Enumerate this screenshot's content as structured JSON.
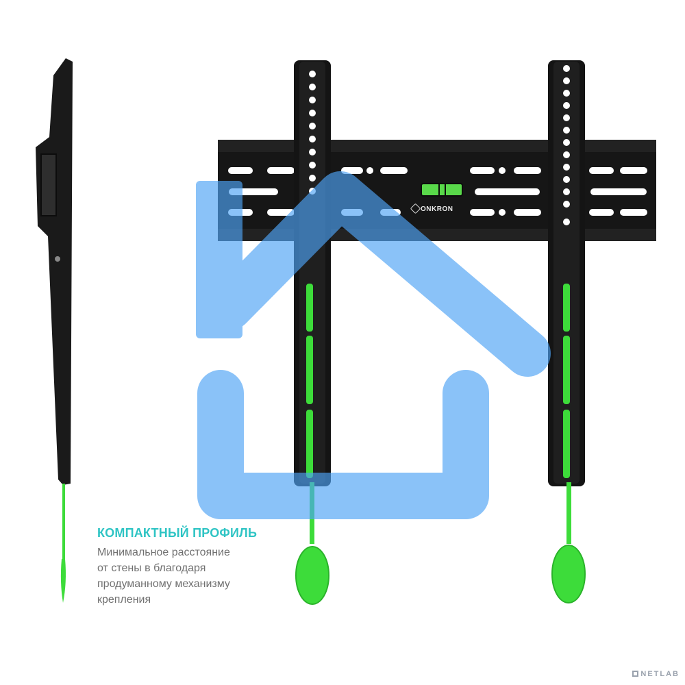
{
  "product": {
    "brand": "ONKRON",
    "colors": {
      "bracket": "#1a1a1a",
      "accent_green": "#3ddc3a",
      "overlay_blue": "#4ea3f5",
      "caption_title": "#2ec4c4"
    }
  },
  "caption": {
    "title": "КОМПАКТНЫЙ ПРОФИЛЬ",
    "lines": [
      "Минимальное расстояние",
      "от стены в благодаря",
      "продуманному механизму",
      "крепления"
    ]
  },
  "watermark": {
    "text": "NETLAB",
    "icon": "netlab-logo-icon"
  },
  "overlay": {
    "icon": "home-icon"
  }
}
